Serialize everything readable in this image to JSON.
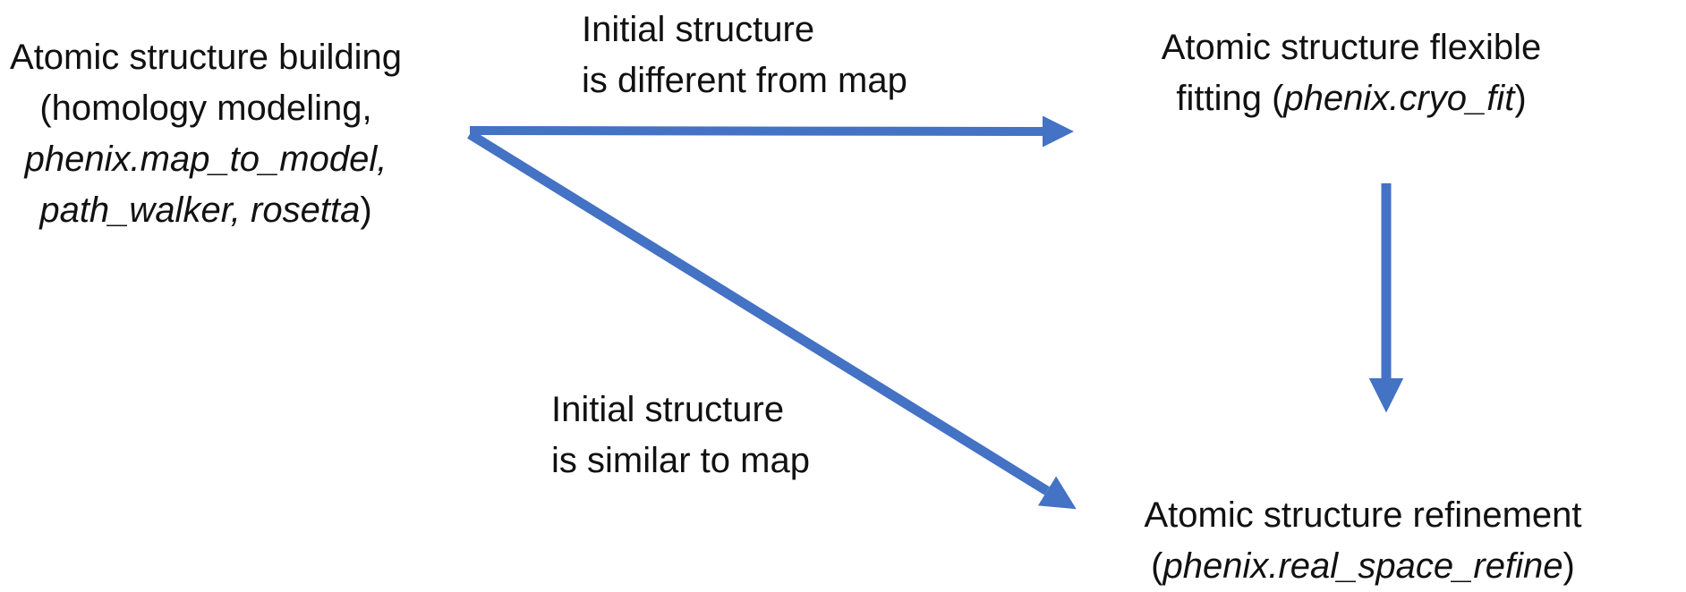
{
  "canvas": {
    "background": "#ffffff",
    "arrow_color": "#4472C4",
    "text_color": "#111111"
  },
  "nodes": {
    "building": {
      "line1": "Atomic structure building",
      "line2": "(homology modeling,",
      "line3_italic": "phenix.map_to_model,",
      "line4_italic": "path_walker, rosetta",
      "line4_suffix": ")"
    },
    "fitting": {
      "line1": "Atomic structure flexible",
      "line2_prefix": "fitting (",
      "line2_italic": "phenix.cryo_fit",
      "line2_suffix": ")"
    },
    "refinement": {
      "line1": "Atomic structure refinement",
      "line2_prefix": "(",
      "line2_italic": "phenix.real_space_refine",
      "line2_suffix": ")"
    }
  },
  "arrow_labels": {
    "different": {
      "line1": "Initial structure",
      "line2": "is different from map"
    },
    "similar": {
      "line1": "Initial structure",
      "line2": "is similar to map"
    }
  }
}
